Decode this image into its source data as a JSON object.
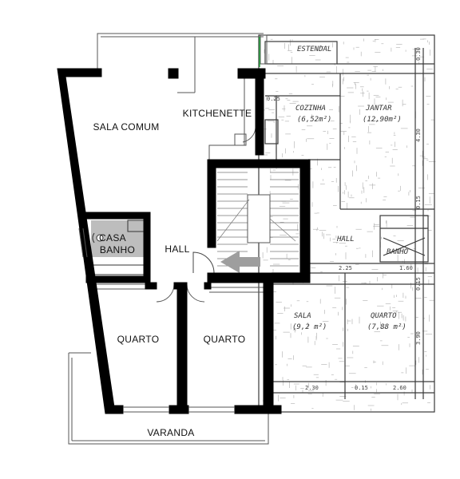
{
  "plan": {
    "rooms": {
      "sala_comum": "SALA COMUM",
      "kitchenette": "KITCHENETTE",
      "casa_banho_line1": "CASA",
      "casa_banho_line2": "BANHO",
      "hall": "HALL",
      "quarto_left": "QUARTO",
      "quarto_right": "QUARTO",
      "varanda": "VARANDA"
    },
    "sketch": {
      "estendal": "ESTENDAL",
      "cozinha": "COZINHA",
      "cozinha_area": "(6,52m²)",
      "jantar": "JANTAR",
      "jantar_area": "(12,90m²)",
      "hall": "HALL",
      "banho": "BANHO",
      "sala": "SALA",
      "sala_area": "(9,2 m²)",
      "quarto": "QUARTO",
      "quarto_area": "(7,88 m²)",
      "dimensions": [
        "0.30",
        "0.25",
        "4.30",
        "0.15",
        "2.25",
        "1.60",
        "2.30",
        "0.15",
        "2.60",
        "3.90",
        "0.15"
      ]
    },
    "colors": {
      "wall": "#000000",
      "bathroom_fill": "#bdbdbd",
      "arrow_fill": "#9e9e9e",
      "sketch_ink": "#3a3a3a"
    }
  }
}
